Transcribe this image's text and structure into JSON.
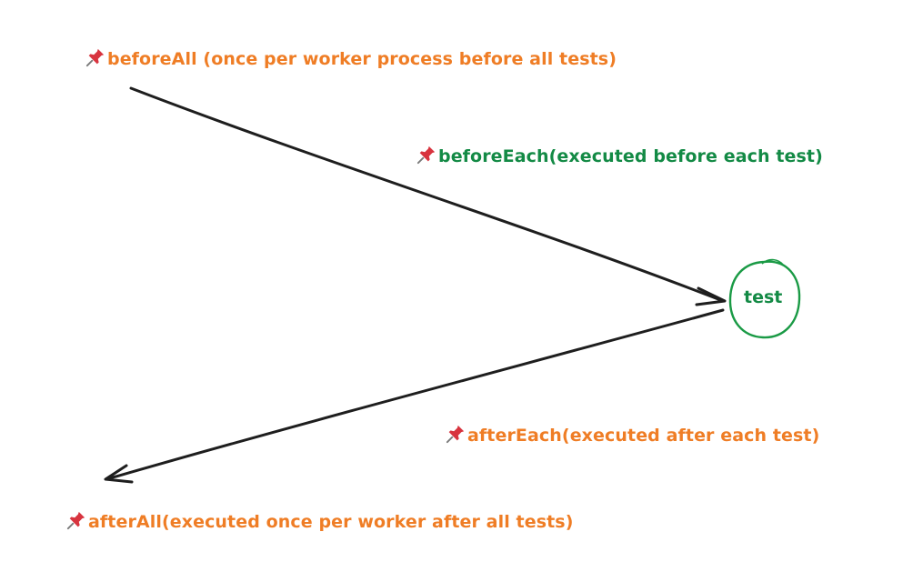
{
  "labels": {
    "before_all": "beforeAll (once per worker process before all tests)",
    "before_each": "beforeEach(executed before each test)",
    "test": "test",
    "after_each": "afterEach(executed after each test)",
    "after_all": "afterAll(executed once per worker after all tests)"
  },
  "icons": {
    "pin": "pushpin-icon"
  },
  "colors": {
    "orange_text": "#ef7d25",
    "green_text": "#138a45",
    "arrow": "#1e1e1e",
    "pin_red": "#d8343f"
  }
}
